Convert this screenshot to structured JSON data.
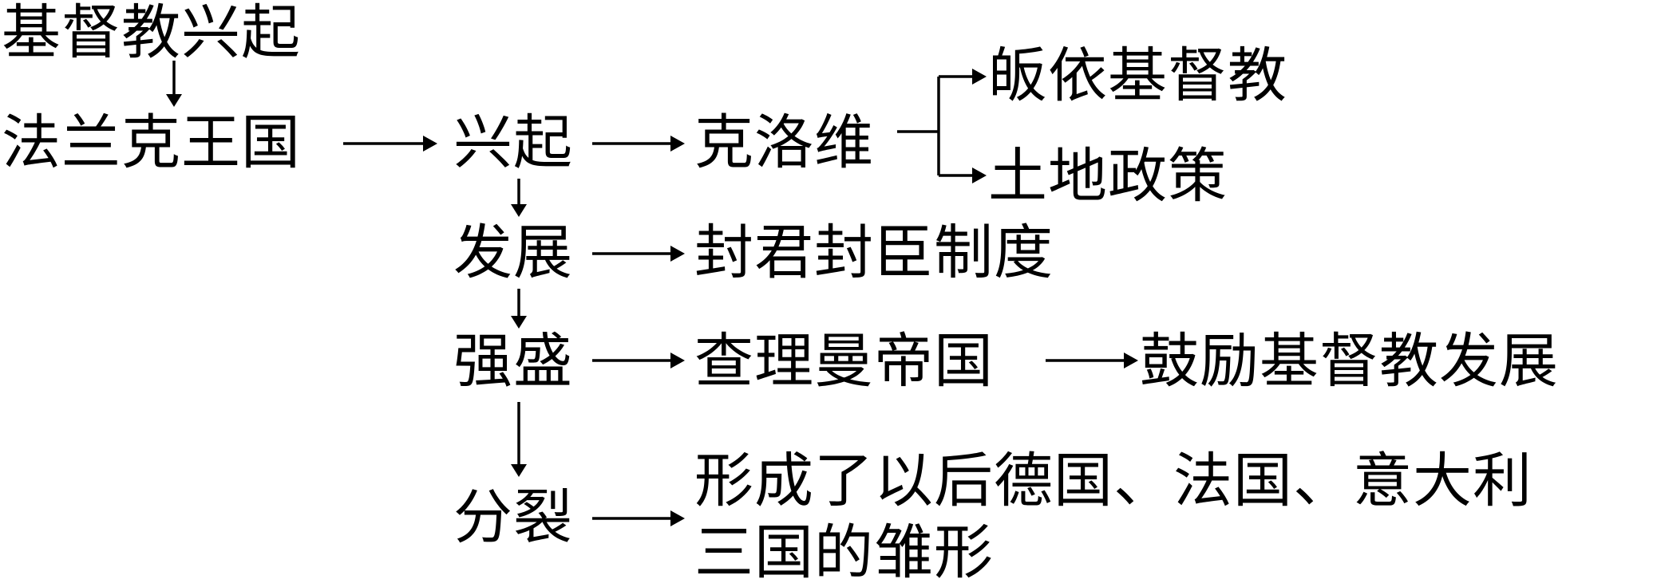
{
  "colors": {
    "text": "#000000",
    "background": "#ffffff",
    "line": "#000000"
  },
  "nodes": {
    "christianity_rise": "基督教兴起",
    "frankish_kingdom": "法兰克王国",
    "rise": "兴起",
    "clovis": "克洛维",
    "convert": "皈依基督教",
    "land_policy": "土地政策",
    "development": "发展",
    "feudal_system": "封君封臣制度",
    "prosperity": "强盛",
    "charlemagne_empire": "查理曼帝国",
    "encourage": "鼓励基督教发展",
    "split": "分裂",
    "prototype_line1": "形成了以后德国、法国、意大利",
    "prototype_line2": "三国的雏形"
  }
}
